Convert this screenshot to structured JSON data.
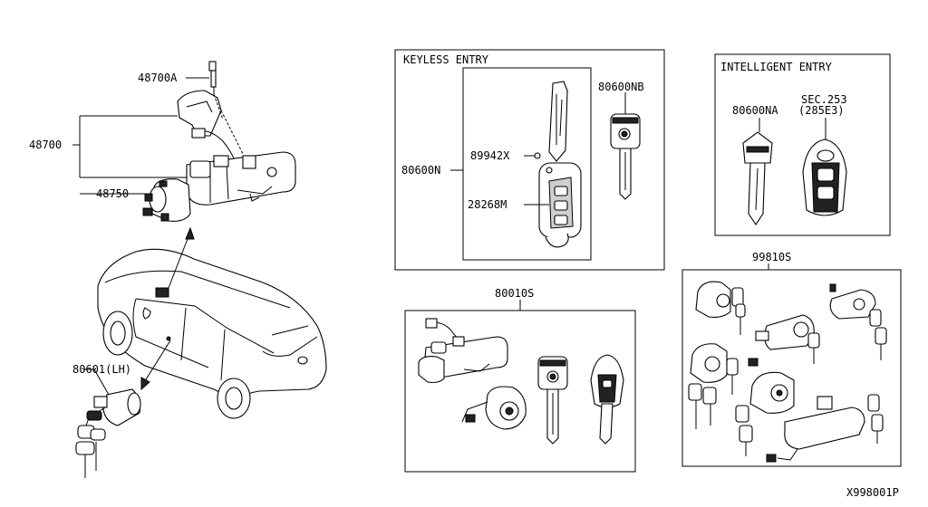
{
  "diagram_id": "X998001P",
  "parts": {
    "p48700A": "48700A",
    "p48700": "48700",
    "p48750": "48750",
    "p80601": "80601(LH)",
    "p80600NB": "80600NB",
    "p89942X": "89942X",
    "p80600N": "80600N",
    "p28268M": "28268M",
    "p80600NA": "80600NA",
    "pSEC253": "SEC.253",
    "p285E3": "(285E3)",
    "p80010S": "80010S",
    "p99810S": "99810S"
  },
  "boxes": {
    "keyless": "KEYLESS ENTRY",
    "intelligent": "INTELLIGENT ENTRY"
  }
}
